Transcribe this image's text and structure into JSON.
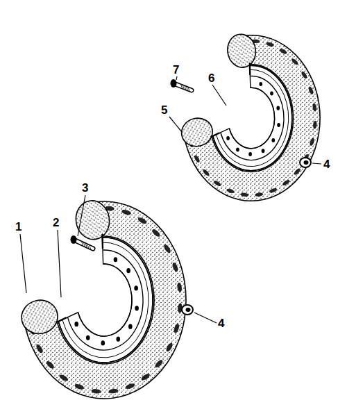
{
  "diagram": {
    "labels": [
      "1",
      "2",
      "3",
      "4",
      "4",
      "5",
      "6",
      "7"
    ]
  }
}
